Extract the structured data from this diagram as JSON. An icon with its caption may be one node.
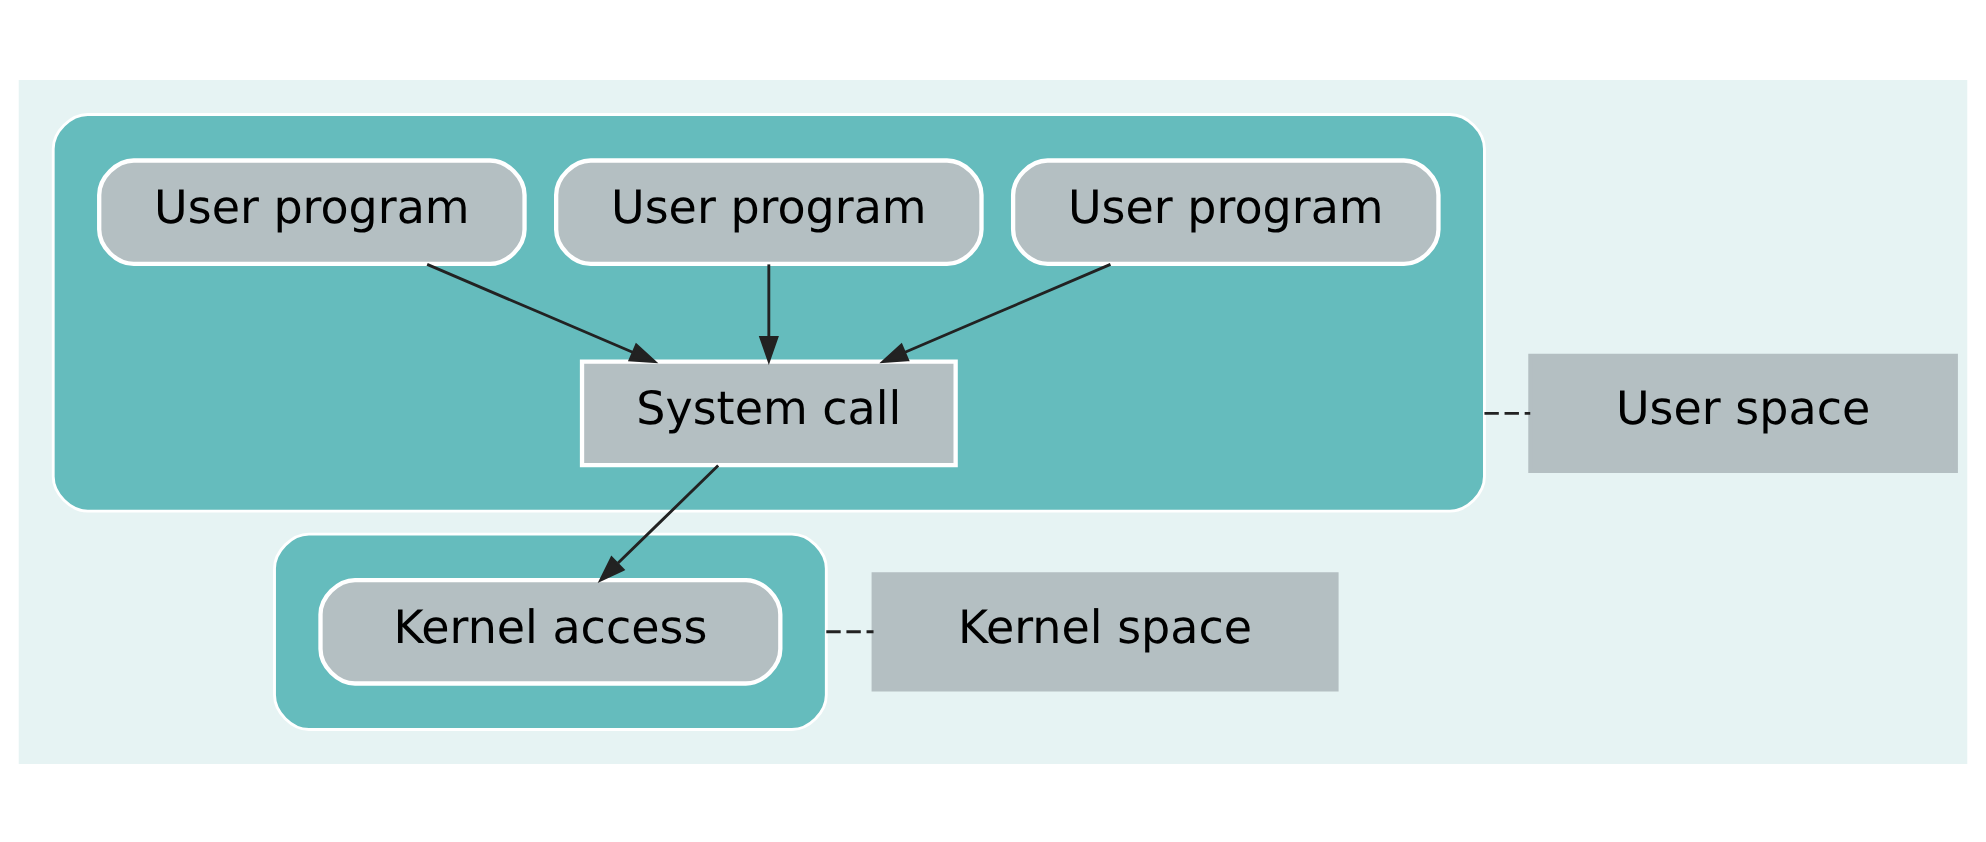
{
  "diagram": {
    "nodes": [
      {
        "text": [],
        "shape": "box"
      },
      {
        "text": [
          "User program"
        ],
        "in": 0
      },
      {
        "text": [
          "User program"
        ],
        "in": 0
      },
      {
        "text": [
          "User program"
        ],
        "in": 0
      },
      {
        "text": [
          "System call"
        ],
        "in": 0
      },
      {
        "text": [
          "User space"
        ]
      },
      {
        "text": [],
        "shape": "box"
      },
      {
        "text": [
          "Kernel access"
        ],
        "in": 6
      },
      {
        "text": [
          "Kernel space"
        ]
      }
    ],
    "edges": [
      {
        "from": 1,
        "to": 4,
        "arrow": "to"
      },
      {
        "from": 2,
        "to": 4,
        "arrow": "to"
      },
      {
        "from": 3,
        "to": 4,
        "arrow": "to"
      },
      {
        "from": 4,
        "to": 7,
        "arrow": "to"
      },
      {
        "from": 0,
        "to": 5,
        "arrow": "none",
        "style": "dashed"
      },
      {
        "from": 6,
        "to": 8,
        "arrow": "none",
        "style": "dashed"
      }
    ]
  }
}
